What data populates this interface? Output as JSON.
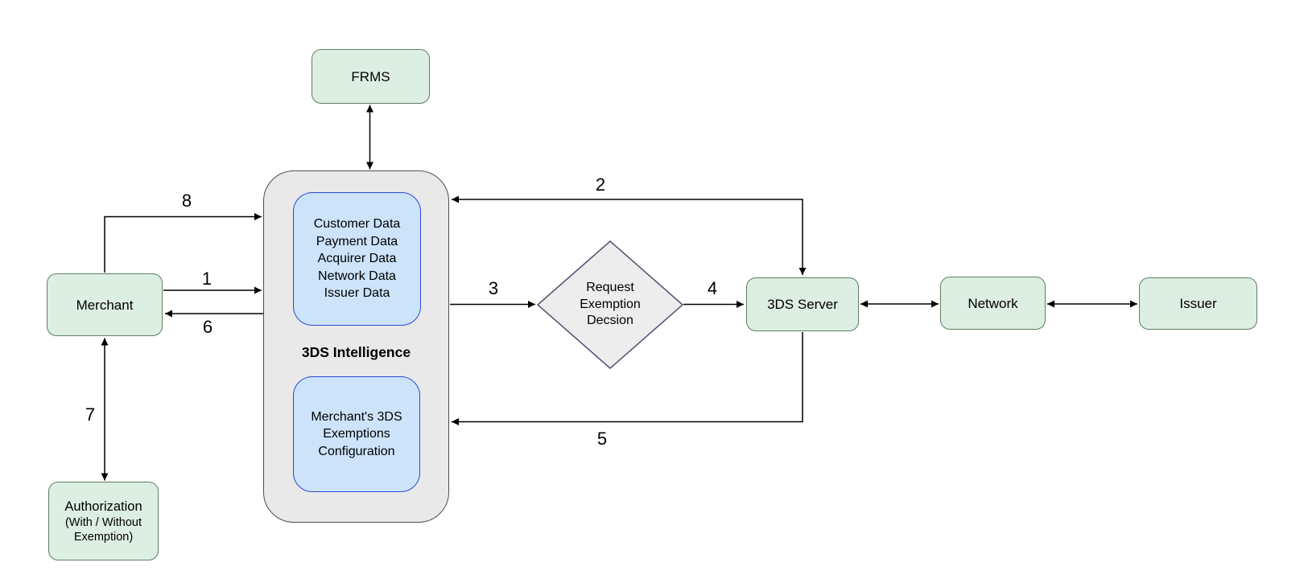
{
  "nodes": {
    "frms": {
      "label": "FRMS"
    },
    "merchant": {
      "label": "Merchant"
    },
    "authorization": {
      "lines": [
        "Authorization",
        "(With / Without",
        "Exemption)"
      ]
    },
    "intelligence": {
      "label": "3DS Intelligence"
    },
    "data_inputs": {
      "lines": [
        "Customer Data",
        "Payment Data",
        "Acquirer Data",
        "Network Data",
        "Issuer Data"
      ]
    },
    "exemptions_config": {
      "lines": [
        "Merchant's 3DS",
        "Exemptions",
        "Configuration"
      ]
    },
    "decision": {
      "lines": [
        "Request",
        "Exemption",
        "Decsion"
      ]
    },
    "server": {
      "label": "3DS Server"
    },
    "network": {
      "label": "Network"
    },
    "issuer": {
      "label": "Issuer"
    }
  },
  "edge_labels": {
    "step1": "1",
    "step2": "2",
    "step3": "3",
    "step4": "4",
    "step5": "5",
    "step6": "6",
    "step7": "7",
    "step8": "8"
  },
  "colors": {
    "node_fill_green": "#ddeee2",
    "node_border_green": "#5d7f62",
    "inner_fill_blue": "#cce3fa",
    "inner_border_blue": "#2a4bd0",
    "container_fill": "#e9e9e9",
    "container_border": "#4d4d4d",
    "decision_fill": "#ededed",
    "decision_border": "#5c4b70",
    "arrow": "#000000"
  }
}
